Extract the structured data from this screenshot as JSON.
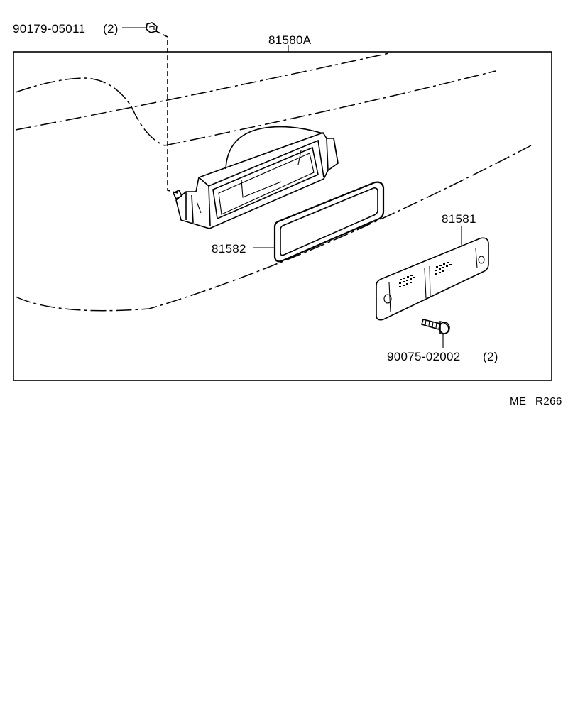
{
  "parts": {
    "clip": {
      "number": "90179-05011",
      "qty": "(2)"
    },
    "assembly": {
      "number": "81580A"
    },
    "gasket": {
      "number": "81582"
    },
    "lens": {
      "number": "81581"
    },
    "screw": {
      "number": "90075-02002",
      "qty": "(2)"
    }
  },
  "footer": {
    "code": "ME",
    "ref": "R266"
  }
}
